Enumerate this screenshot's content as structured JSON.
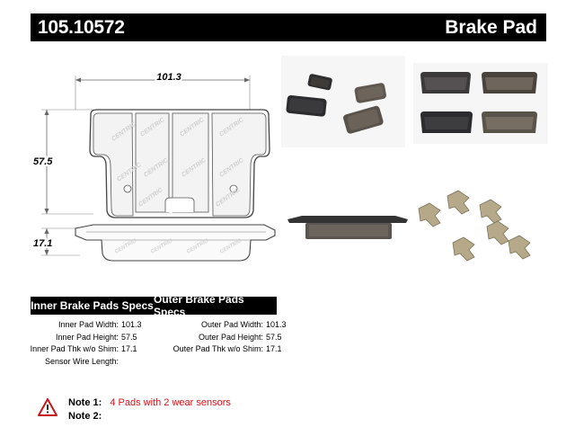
{
  "header": {
    "part_number": "105.10572",
    "product": "Brake Pad"
  },
  "drawing": {
    "width_label": "101.3",
    "height_label": "57.5",
    "thickness_label": "17.1",
    "logo_text": "CENTRIC"
  },
  "specs": {
    "inner_heading": "Inner Brake Pads Specs",
    "outer_heading": "Outer Brake Pads Specs",
    "inner": [
      {
        "label": "Inner Pad Width:",
        "value": "101.3"
      },
      {
        "label": "Inner Pad Height:",
        "value": "57.5"
      },
      {
        "label": "Inner Pad Thk w/o Shim:",
        "value": "17.1"
      },
      {
        "label": "Sensor Wire Length:",
        "value": ""
      }
    ],
    "outer": [
      {
        "label": "Outer Pad Width:",
        "value": "101.3"
      },
      {
        "label": "Outer Pad Height:",
        "value": "57.5"
      },
      {
        "label": "Outer Pad Thk w/o Shim:",
        "value": "17.1"
      }
    ]
  },
  "notes": [
    {
      "label": "Note 1:",
      "value": "4 Pads with 2 wear sensors"
    },
    {
      "label": "Note 2:",
      "value": ""
    }
  ],
  "colors": {
    "header_bg": "#000000",
    "note_red": "#d6141b",
    "pad_friction": "#6b6259",
    "pad_plate": "#2e2e30"
  }
}
